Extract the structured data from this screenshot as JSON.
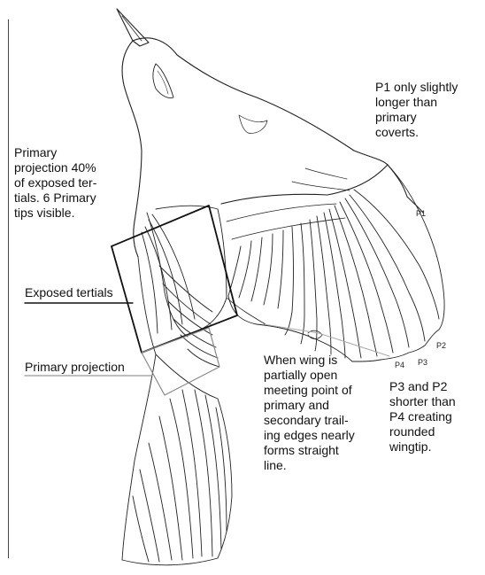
{
  "annotations": {
    "p1_note": "P1 only slightly\nlonger than\nprimary\ncoverts.",
    "projection_note": "Primary\nprojection 40%\nof exposed ter-\ntials. 6 Primary\ntips visible.",
    "exposed_tertials": "Exposed tertials",
    "primary_projection": "Primary projection",
    "wing_note": "When wing is\npartially open\nmeeting point of\nprimary and\nsecondary trail-\ning edges nearly\nforms straight\nline.",
    "wingtip_note": "P3 and P2\nshorter than\nP4 creating\nrounded\nwingtip."
  },
  "feather_labels": {
    "p1": "P1",
    "p2": "P2",
    "p3": "P3",
    "p4": "P4"
  }
}
